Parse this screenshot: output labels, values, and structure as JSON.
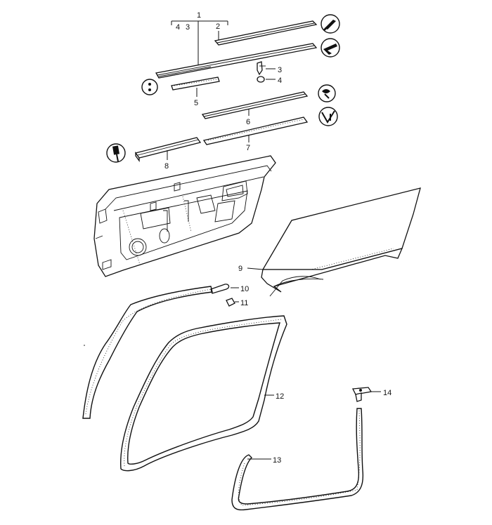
{
  "diagram": {
    "labels": {
      "p1": "1",
      "p2": "2",
      "p3": "3",
      "p4": "4",
      "p5": "5",
      "p6": "6",
      "p7": "7",
      "p8": "8",
      "p9": "9",
      "p10": "10",
      "p11": "11",
      "p12": "12",
      "p13": "13",
      "p14": "14",
      "p1_sub4": "4",
      "p1_sub3": "3"
    },
    "icons": [
      "brush-tool-icon",
      "sealant-gun-icon",
      "key-slot-icon",
      "clip-tool-icon",
      "rivet-tool-icon",
      "screwdriver-tool-icon"
    ]
  }
}
